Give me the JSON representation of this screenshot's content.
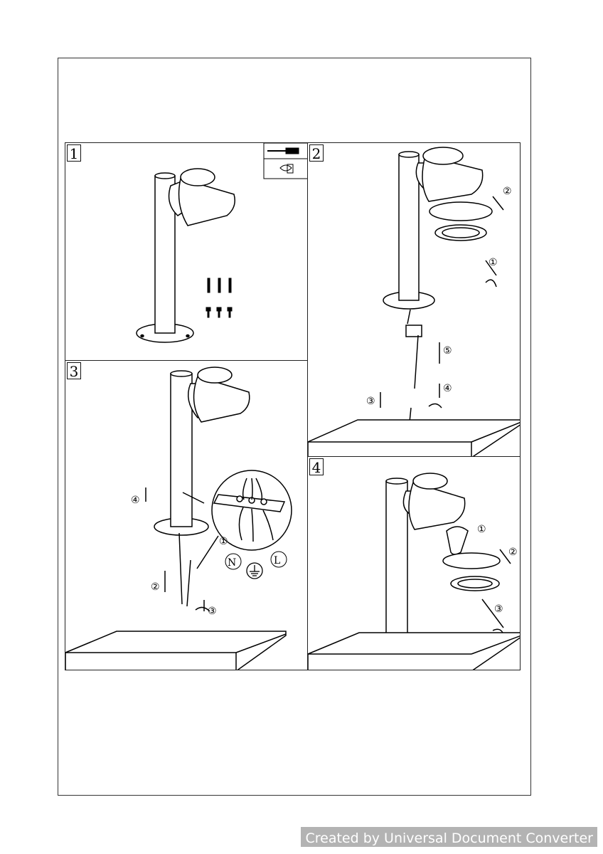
{
  "steps": [
    {
      "number": "1"
    },
    {
      "number": "2",
      "callouts": [
        "②",
        "①",
        "⑤",
        "④",
        "③"
      ]
    },
    {
      "number": "3",
      "callouts": [
        "④",
        "①",
        "②",
        "③"
      ],
      "wires": [
        "N",
        "L"
      ]
    },
    {
      "number": "4",
      "callouts": [
        "①",
        "②",
        "③"
      ]
    }
  ],
  "watermark": "Created by Universal Document Converter"
}
